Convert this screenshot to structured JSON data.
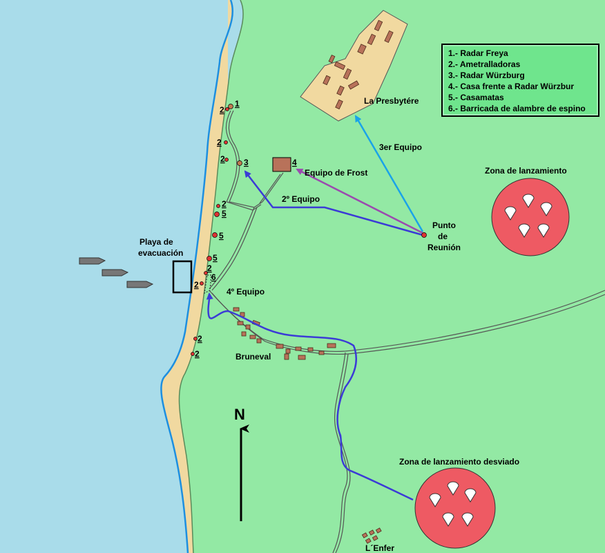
{
  "legend": {
    "items": [
      "1.- Radar Freya",
      "2.- Ametralladoras",
      "3.- Radar Würzburg",
      "4.- Casa frente a Radar Würzbur",
      "5.- Casamatas",
      "6.- Barricada de alambre de espino"
    ]
  },
  "labels": {
    "presbytere": "La Presbytére",
    "tercer_equipo": "3er Equipo",
    "equipo_frost": "Equipo de Frost",
    "segundo_equipo": "2º Equipo",
    "punto_reunion": [
      "Punto",
      "de",
      "Reunión"
    ],
    "zona_lanzamiento": "Zona de lanzamiento",
    "playa_evacuacion": [
      "Playa de",
      "evacuación"
    ],
    "cuarto_equipo": "4º Equipo",
    "bruneval": "Bruneval",
    "zona_desviado": "Zona de lanzamiento desviado",
    "lenfer": "L´Enfer",
    "north": "N"
  },
  "markers": {
    "m1": "1",
    "m2a": "2",
    "m2b": "2",
    "m2c": "2",
    "m3": "3",
    "m4": "4",
    "m2d": "2",
    "m5a": "5",
    "m5b": "5",
    "m5c": "5",
    "m2e": "2",
    "m2f": "2",
    "m6": "6",
    "m2g": "2",
    "m2h": "2"
  },
  "colors": {
    "sea": "#a9dcea",
    "land": "#93e9a4",
    "beach": "#f1d9a0",
    "coastline": "#1d8fe0",
    "drop_zone": "#ee5a63",
    "route_blue": "#3b3bd6",
    "route_cyan": "#1aa3e8",
    "route_purple": "#9b4aaf",
    "building": "#b8725a",
    "legend_bg": "#6fe58d"
  }
}
